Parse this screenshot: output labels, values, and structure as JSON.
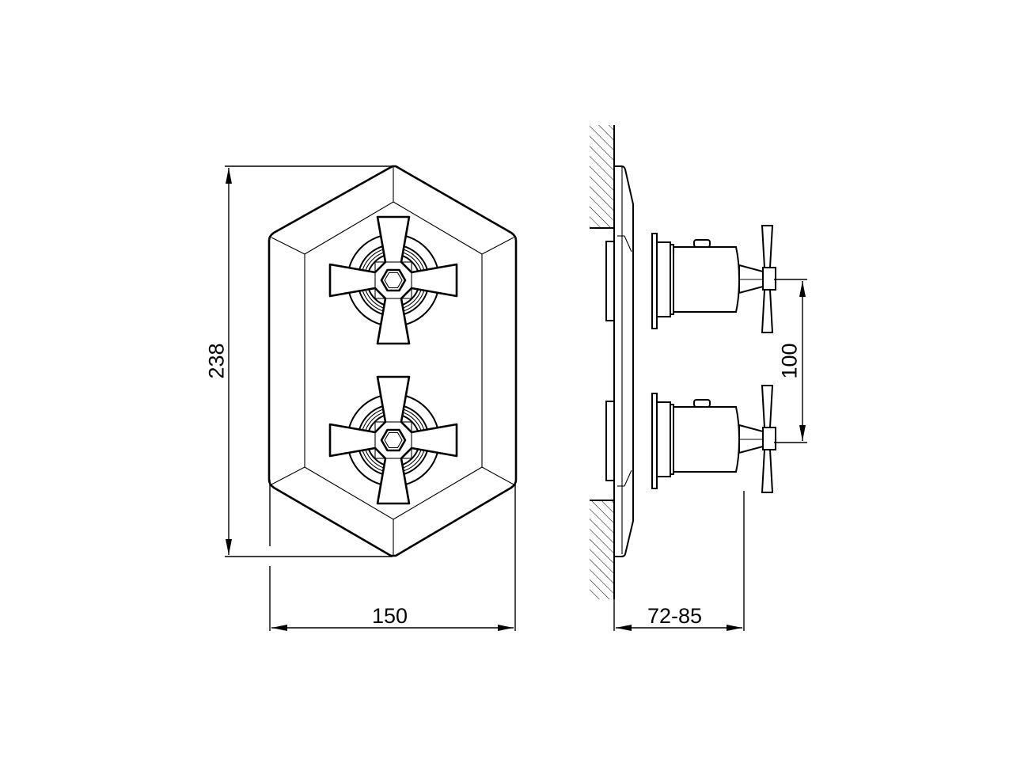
{
  "drawing": {
    "type": "technical-drawing",
    "subject": "thermostatic shower mixer with two cross handles (front and side view)",
    "views": [
      "front-view",
      "side-view"
    ],
    "dimensions": {
      "height": "238",
      "width": "150",
      "depth": "72-85",
      "handle_spacing": "100"
    },
    "colors": {
      "line": "#000000",
      "background": "#ffffff"
    }
  }
}
